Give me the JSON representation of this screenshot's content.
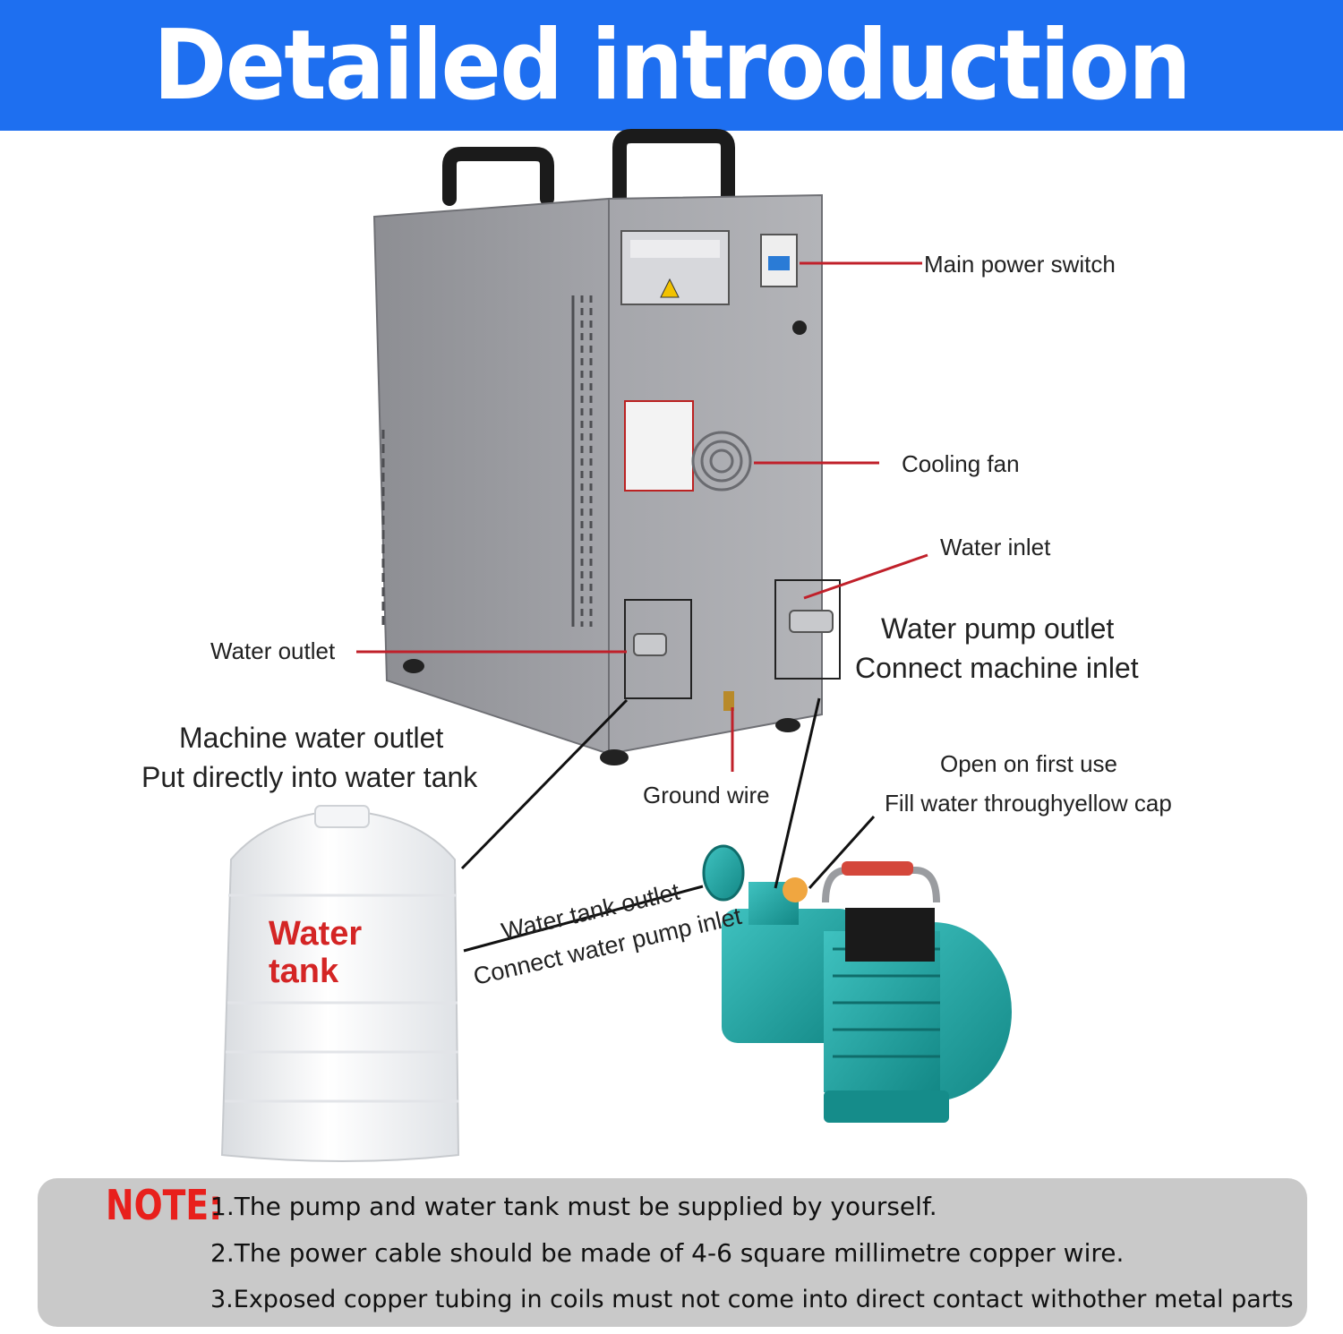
{
  "header": {
    "title": "Detailed introduction"
  },
  "labels": {
    "main_power_switch": "Main power switch",
    "cooling_fan": "Cooling fan",
    "water_inlet": "Water inlet",
    "water_pump_outlet": "Water pump outlet",
    "connect_machine_inlet": "Connect machine inlet",
    "water_outlet": "Water outlet",
    "machine_water_outlet": "Machine water outlet",
    "put_directly": "Put directly into water tank",
    "ground_wire": "Ground wire",
    "open_first_use": "Open on first use",
    "fill_water": "Fill water throughyellow cap",
    "water_tank_outlet": "Water tank outlet",
    "connect_pump_inlet": "Connect water pump inlet",
    "tank_line1": "Water",
    "tank_line2": "tank"
  },
  "note": {
    "label": "NOTE:",
    "lines": [
      "1.The pump and water tank must be supplied by yourself.",
      "2.The power cable should be made of 4-6 square millimetre copper wire.",
      "3.Exposed copper tubing in coils must not come into direct contact withother metal parts"
    ]
  },
  "colors": {
    "banner": "#1e6ff0",
    "callout_line": "#c0202a",
    "machine_body": "#9a9ba0",
    "pump_body": "#1fa3a0",
    "note_panel": "#c9c9c9",
    "note_label": "#e8201c"
  },
  "icons": [
    "warning-icon"
  ]
}
